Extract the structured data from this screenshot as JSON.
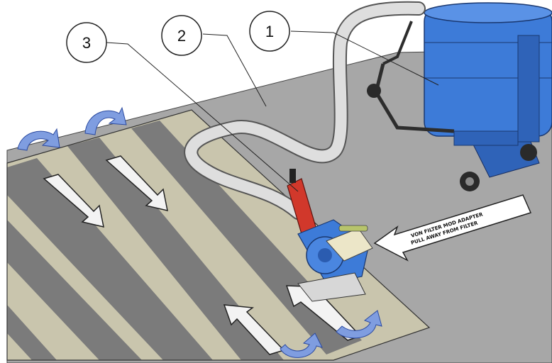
{
  "callouts": {
    "c1": "1",
    "c2": "2",
    "c3": "3"
  },
  "note": {
    "line1": "VON FILTER MOD ADAPTER",
    "line2": "PULL AWAY FROM FILTER"
  },
  "colors": {
    "floor": "#a7a7a7",
    "stripe_light": "#c9c5ad",
    "stripe_dark": "#7b7b7b",
    "vacuum_blue": "#3d7bd8",
    "handle_red": "#d1382b",
    "hose": "#d7d7d7"
  }
}
